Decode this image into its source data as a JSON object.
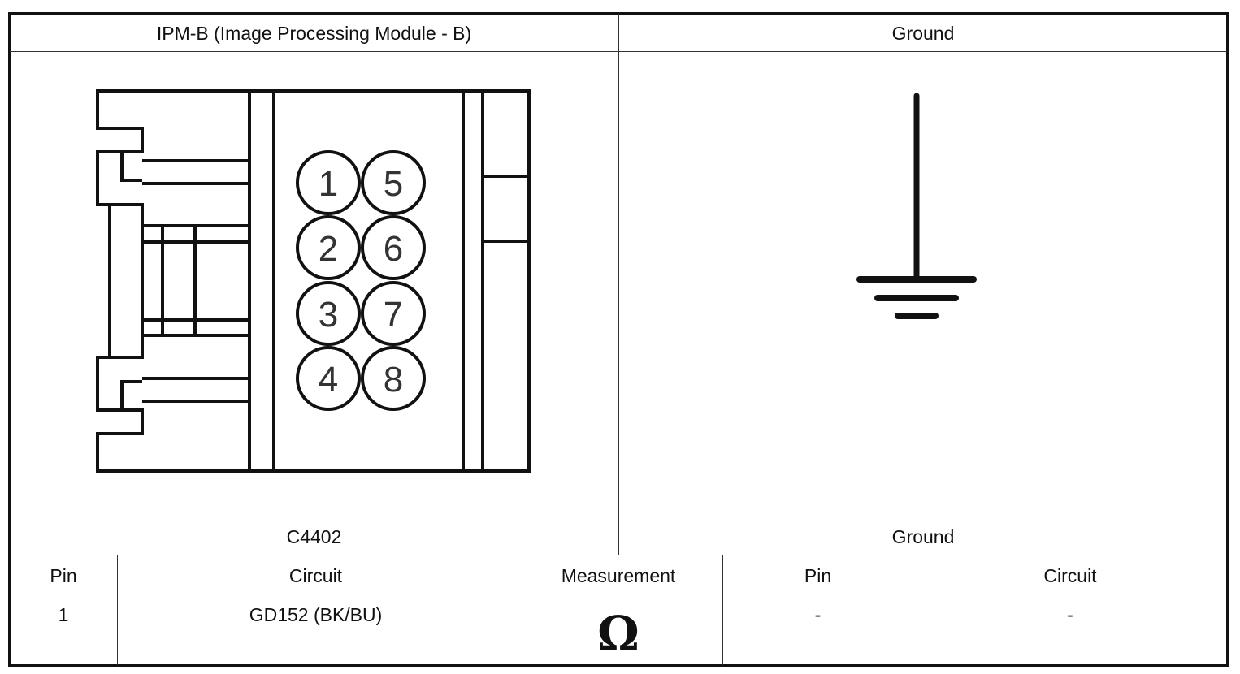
{
  "header": {
    "left_title": "IPM-B (Image Processing Module - B)",
    "right_title": "Ground"
  },
  "connector": {
    "pins_left_column": [
      "1",
      "2",
      "3",
      "4"
    ],
    "pins_right_column": [
      "5",
      "6",
      "7",
      "8"
    ]
  },
  "labels": {
    "left_connector_id": "C4402",
    "right_connector_id": "Ground"
  },
  "table": {
    "columns": [
      "Pin",
      "Circuit",
      "Measurement",
      "Pin",
      "Circuit"
    ],
    "rows": [
      {
        "pin": "1",
        "circuit": "GD152 (BK/BU)",
        "measurement_symbol": "Ω",
        "pin2": "-",
        "circuit2": "-"
      }
    ]
  },
  "icons": {
    "connector": "connector-face-icon",
    "ground": "ground-symbol-icon",
    "measurement": "ohm-icon"
  }
}
